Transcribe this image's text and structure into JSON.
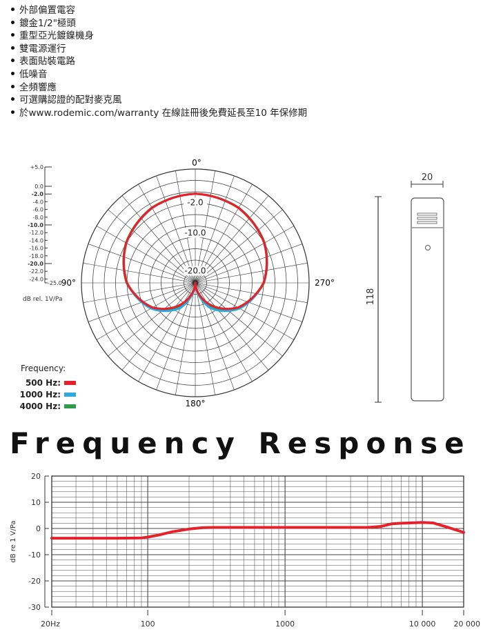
{
  "features": [
    "外部偏置電容",
    "鍍金1/2\"極頭",
    "重型亞光鍍鎳機身",
    "雙電源運行",
    "表面貼裝電路",
    "低噪音",
    "全頻響應",
    "可選購認證的配對麥克風",
    "於www.rodemic.com/warranty 在線註冊後免費延長至10 年保修期"
  ],
  "colors": {
    "red": "#e5222b",
    "blue": "#29aae1",
    "green": "#2e9a4a",
    "grid": "#333333"
  },
  "polar": {
    "angle_labels": {
      "top": "0°",
      "left": "90°",
      "right": "270°",
      "bottom": "180°"
    },
    "ring_labels": [
      "-2.0",
      "-10.0",
      "-20.0"
    ],
    "scale_labels": [
      "+5.0",
      "0.0",
      "-2.0",
      "-4.0",
      "-6.0",
      "-8.0",
      "-10.0",
      "-12.0",
      "-14.0",
      "-16.0",
      "-18.0",
      "-20.0",
      "-22.0",
      "-24.0",
      "-25.0"
    ],
    "unit": "dB rel. 1V/Pa",
    "legend_title": "Frequency:",
    "legend": [
      {
        "label": "500 Hz:",
        "color": "#e5222b"
      },
      {
        "label": "1000 Hz:",
        "color": "#29aae1"
      },
      {
        "label": "4000 Hz:",
        "color": "#2e9a4a"
      }
    ]
  },
  "dimensions": {
    "width_label": "20",
    "height_label": "118"
  },
  "chart_data": [
    {
      "type": "line",
      "chart": "polar",
      "scale": "dB",
      "rlim": [
        -25,
        5
      ],
      "series": [
        {
          "name": "500 Hz",
          "angles_deg": [
            0,
            30,
            60,
            90,
            120,
            150,
            160,
            170,
            180
          ],
          "db": [
            -1.5,
            -2.2,
            -4.0,
            -7.0,
            -12.0,
            -19.0,
            -21.5,
            -23.5,
            -25.0
          ]
        },
        {
          "name": "1000 Hz",
          "angles_deg": [
            0,
            30,
            60,
            90,
            120,
            150,
            160,
            170,
            180
          ],
          "db": [
            -1.5,
            -2.2,
            -4.0,
            -7.0,
            -11.5,
            -17.5,
            -20.5,
            -23.0,
            -25.0
          ]
        },
        {
          "name": "4000 Hz",
          "angles_deg": [
            0,
            30,
            60,
            90,
            120,
            150,
            160,
            170,
            180
          ],
          "db": [
            -1.5,
            -2.1,
            -3.9,
            -6.9,
            -11.8,
            -18.5,
            -21.0,
            -23.3,
            -25.0
          ]
        }
      ]
    },
    {
      "type": "line",
      "title": "Frequency Response",
      "ylabel": "dB re 1 V/Pa",
      "xscale": "log",
      "xlim": [
        20,
        20000
      ],
      "ylim": [
        -30,
        20
      ],
      "x_ticks": [
        20,
        100,
        1000,
        10000,
        20000
      ],
      "x_tick_labels": [
        "20Hz",
        "100",
        "1000",
        "10 000",
        "20 000"
      ],
      "y_ticks": [
        20,
        10,
        0,
        -10,
        -20,
        -30
      ],
      "y_tick_labels": [
        "20",
        "10",
        "0",
        "-10",
        "-20",
        "-30"
      ],
      "series": [
        {
          "x": [
            20,
            40,
            60,
            90,
            100,
            120,
            150,
            200,
            250,
            300,
            500,
            1000,
            2000,
            4000,
            5000,
            6000,
            7000,
            8000,
            10000,
            12000,
            15000,
            20000
          ],
          "y": [
            -3.7,
            -3.7,
            -3.7,
            -3.6,
            -3.3,
            -2.5,
            -1.3,
            -0.2,
            0.3,
            0.4,
            0.4,
            0.4,
            0.4,
            0.4,
            0.8,
            1.8,
            2.0,
            2.1,
            2.3,
            2.1,
            0.6,
            -1.5
          ]
        }
      ]
    }
  ]
}
